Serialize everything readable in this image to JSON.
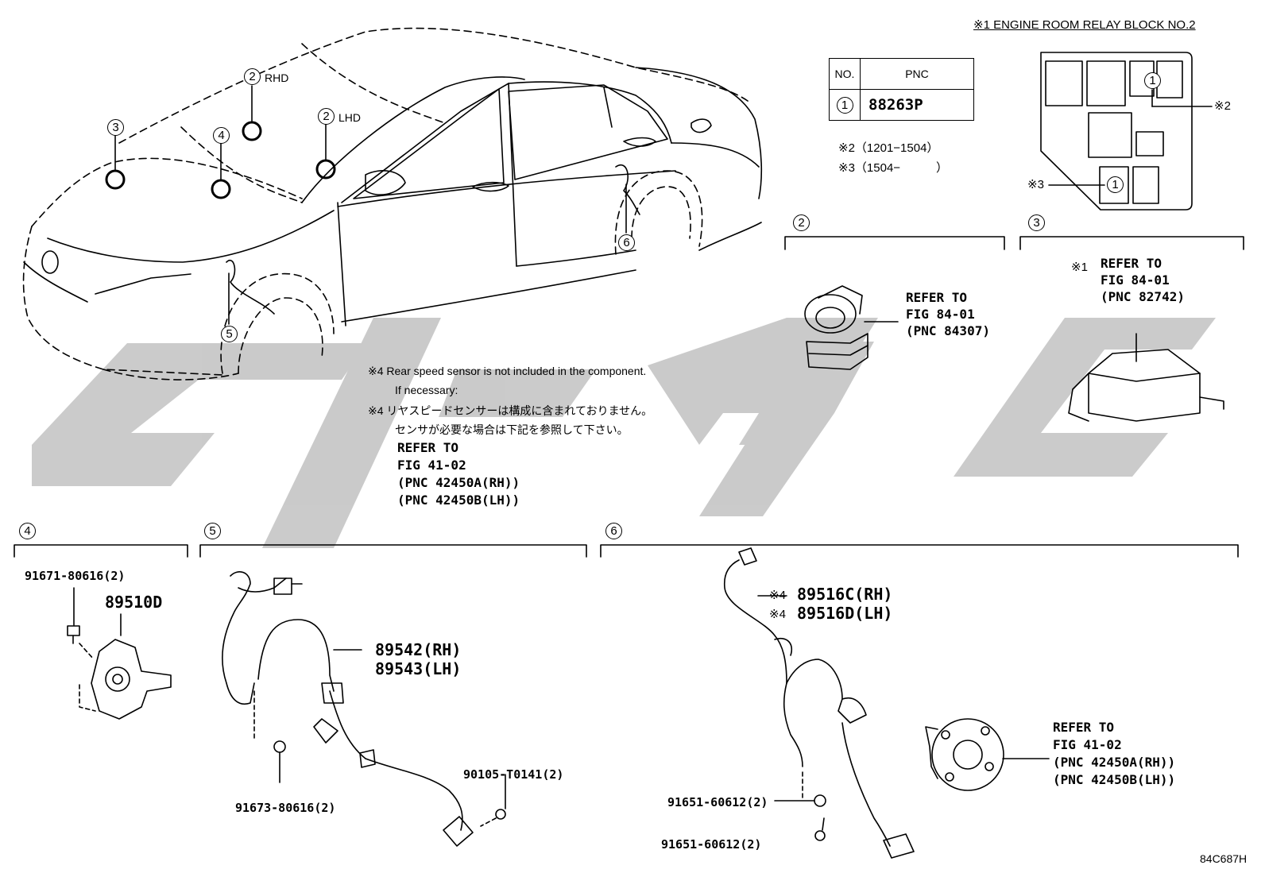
{
  "watermark": {
    "color": "#c8c8c8"
  },
  "header": {
    "relay_block_title": "※1  ENGINE ROOM RELAY BLOCK NO.2",
    "table": {
      "col_no": "NO.",
      "col_pnc": "PNC",
      "row_no": "1",
      "row_pnc": "88263P"
    },
    "note_2": "※2（1201−1504）",
    "note_3": "※3（1504−　　　）",
    "relay_mark_1a": "1",
    "relay_mark_1b": "1",
    "relay_note_2": "※2",
    "relay_note_3": "※3"
  },
  "car_callouts": {
    "c2_rhd_num": "2",
    "c2_rhd_txt": "RHD",
    "c2_lhd_num": "2",
    "c2_lhd_txt": "LHD",
    "c3": "3",
    "c4": "4",
    "c5": "5",
    "c6": "6"
  },
  "section2": {
    "num": "2",
    "ref_line1": "REFER TO",
    "ref_line2": "FIG 84-01",
    "ref_line3": "(PNC 84307)"
  },
  "section3": {
    "num": "3",
    "mark": "※1",
    "ref_line1": "REFER TO",
    "ref_line2": "FIG 84-01",
    "ref_line3": "(PNC 82742)"
  },
  "note4": {
    "en_line1": "※4 Rear speed sensor is not included in the component.",
    "en_line2": "If necessary:",
    "jp_line1": "※4 リヤスピードセンサーは構成に含まれておりません。",
    "jp_line2": "センサが必要な場合は下記を参照して下さい。",
    "ref_line1": "REFER TO",
    "ref_line2": "FIG 41-02",
    "ref_line3": "(PNC 42450A(RH))",
    "ref_line4": "(PNC 42450B(LH))"
  },
  "section4": {
    "num": "4",
    "bolt": "91671-80616(2)",
    "part": "89510D"
  },
  "section5": {
    "num": "5",
    "part_rh": "89542(RH)",
    "part_lh": "89543(LH)",
    "bolt_a": "91673-80616(2)",
    "bolt_b": "90105-T0141(2)"
  },
  "section6": {
    "num": "6",
    "mark_rh": "※4",
    "sensor_rh": "89516C(RH)",
    "mark_lh": "※4",
    "sensor_lh": "89516D(LH)",
    "bolt_a": "91651-60612(2)",
    "bolt_b": "91651-60612(2)",
    "ref_line1": "REFER TO",
    "ref_line2": "FIG 41-02",
    "ref_line3": "(PNC 42450A(RH))",
    "ref_line4": "(PNC 42450B(LH))"
  },
  "footer": {
    "code": "84C687H"
  }
}
